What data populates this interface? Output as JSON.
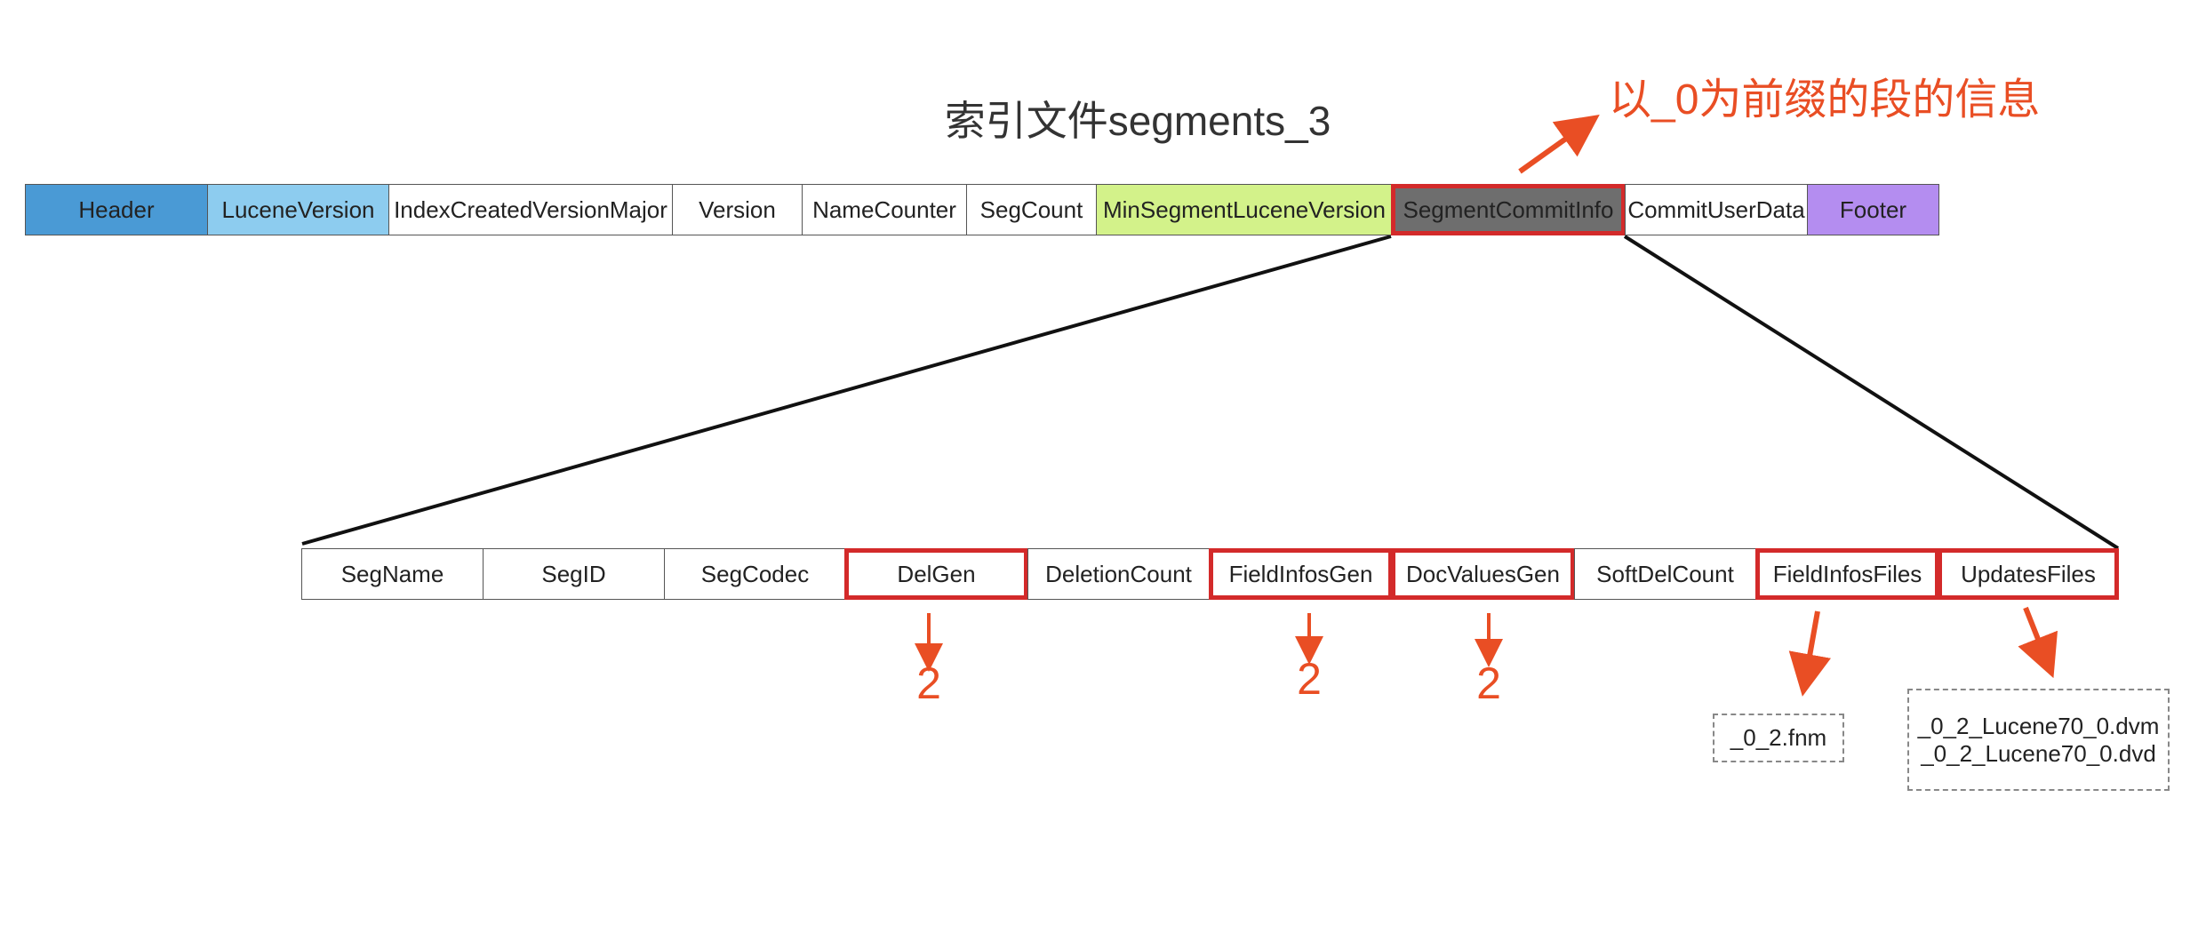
{
  "title": "索引文件segments_3",
  "callout": "以_0为前缀的段的信息",
  "colors": {
    "accent": "#e94e24",
    "highlight_border": "#d32a2a",
    "header": "#4a9ad5",
    "lucene_version": "#8dccef",
    "min_segment_lucene_version": "#d3f28a",
    "segment_commit_info": "#6e6e6e",
    "footer": "#b48df0"
  },
  "top_row": [
    {
      "label": "Header",
      "fill": "#4a9ad5"
    },
    {
      "label": "LuceneVersion",
      "fill": "#8dccef"
    },
    {
      "label": "IndexCreatedVersionMajor",
      "fill": "#ffffff"
    },
    {
      "label": "Version",
      "fill": "#ffffff"
    },
    {
      "label": "NameCounter",
      "fill": "#ffffff"
    },
    {
      "label": "SegCount",
      "fill": "#ffffff"
    },
    {
      "label": "MinSegmentLuceneVersion",
      "fill": "#d3f28a"
    },
    {
      "label": "SegmentCommitInfo",
      "fill": "#6e6e6e",
      "highlight": true
    },
    {
      "label": "CommitUserData",
      "fill": "#ffffff"
    },
    {
      "label": "Footer",
      "fill": "#b48df0"
    }
  ],
  "bottom_row": [
    {
      "label": "SegName"
    },
    {
      "label": "SegID"
    },
    {
      "label": "SegCodec"
    },
    {
      "label": "DelGen",
      "highlight": true
    },
    {
      "label": "DeletionCount"
    },
    {
      "label": "FieldInfosGen",
      "highlight": true
    },
    {
      "label": "DocValuesGen",
      "highlight": true
    },
    {
      "label": "SoftDelCount"
    },
    {
      "label": "FieldInfosFiles",
      "highlight": true
    },
    {
      "label": "UpdatesFiles",
      "highlight": true
    }
  ],
  "values": {
    "del_gen": "2",
    "field_infos_gen": "2",
    "doc_values_gen": "2"
  },
  "field_infos_files": [
    "_0_2.fnm"
  ],
  "updates_files": [
    "_0_2_Lucene70_0.dvm",
    "_0_2_Lucene70_0.dvd"
  ]
}
